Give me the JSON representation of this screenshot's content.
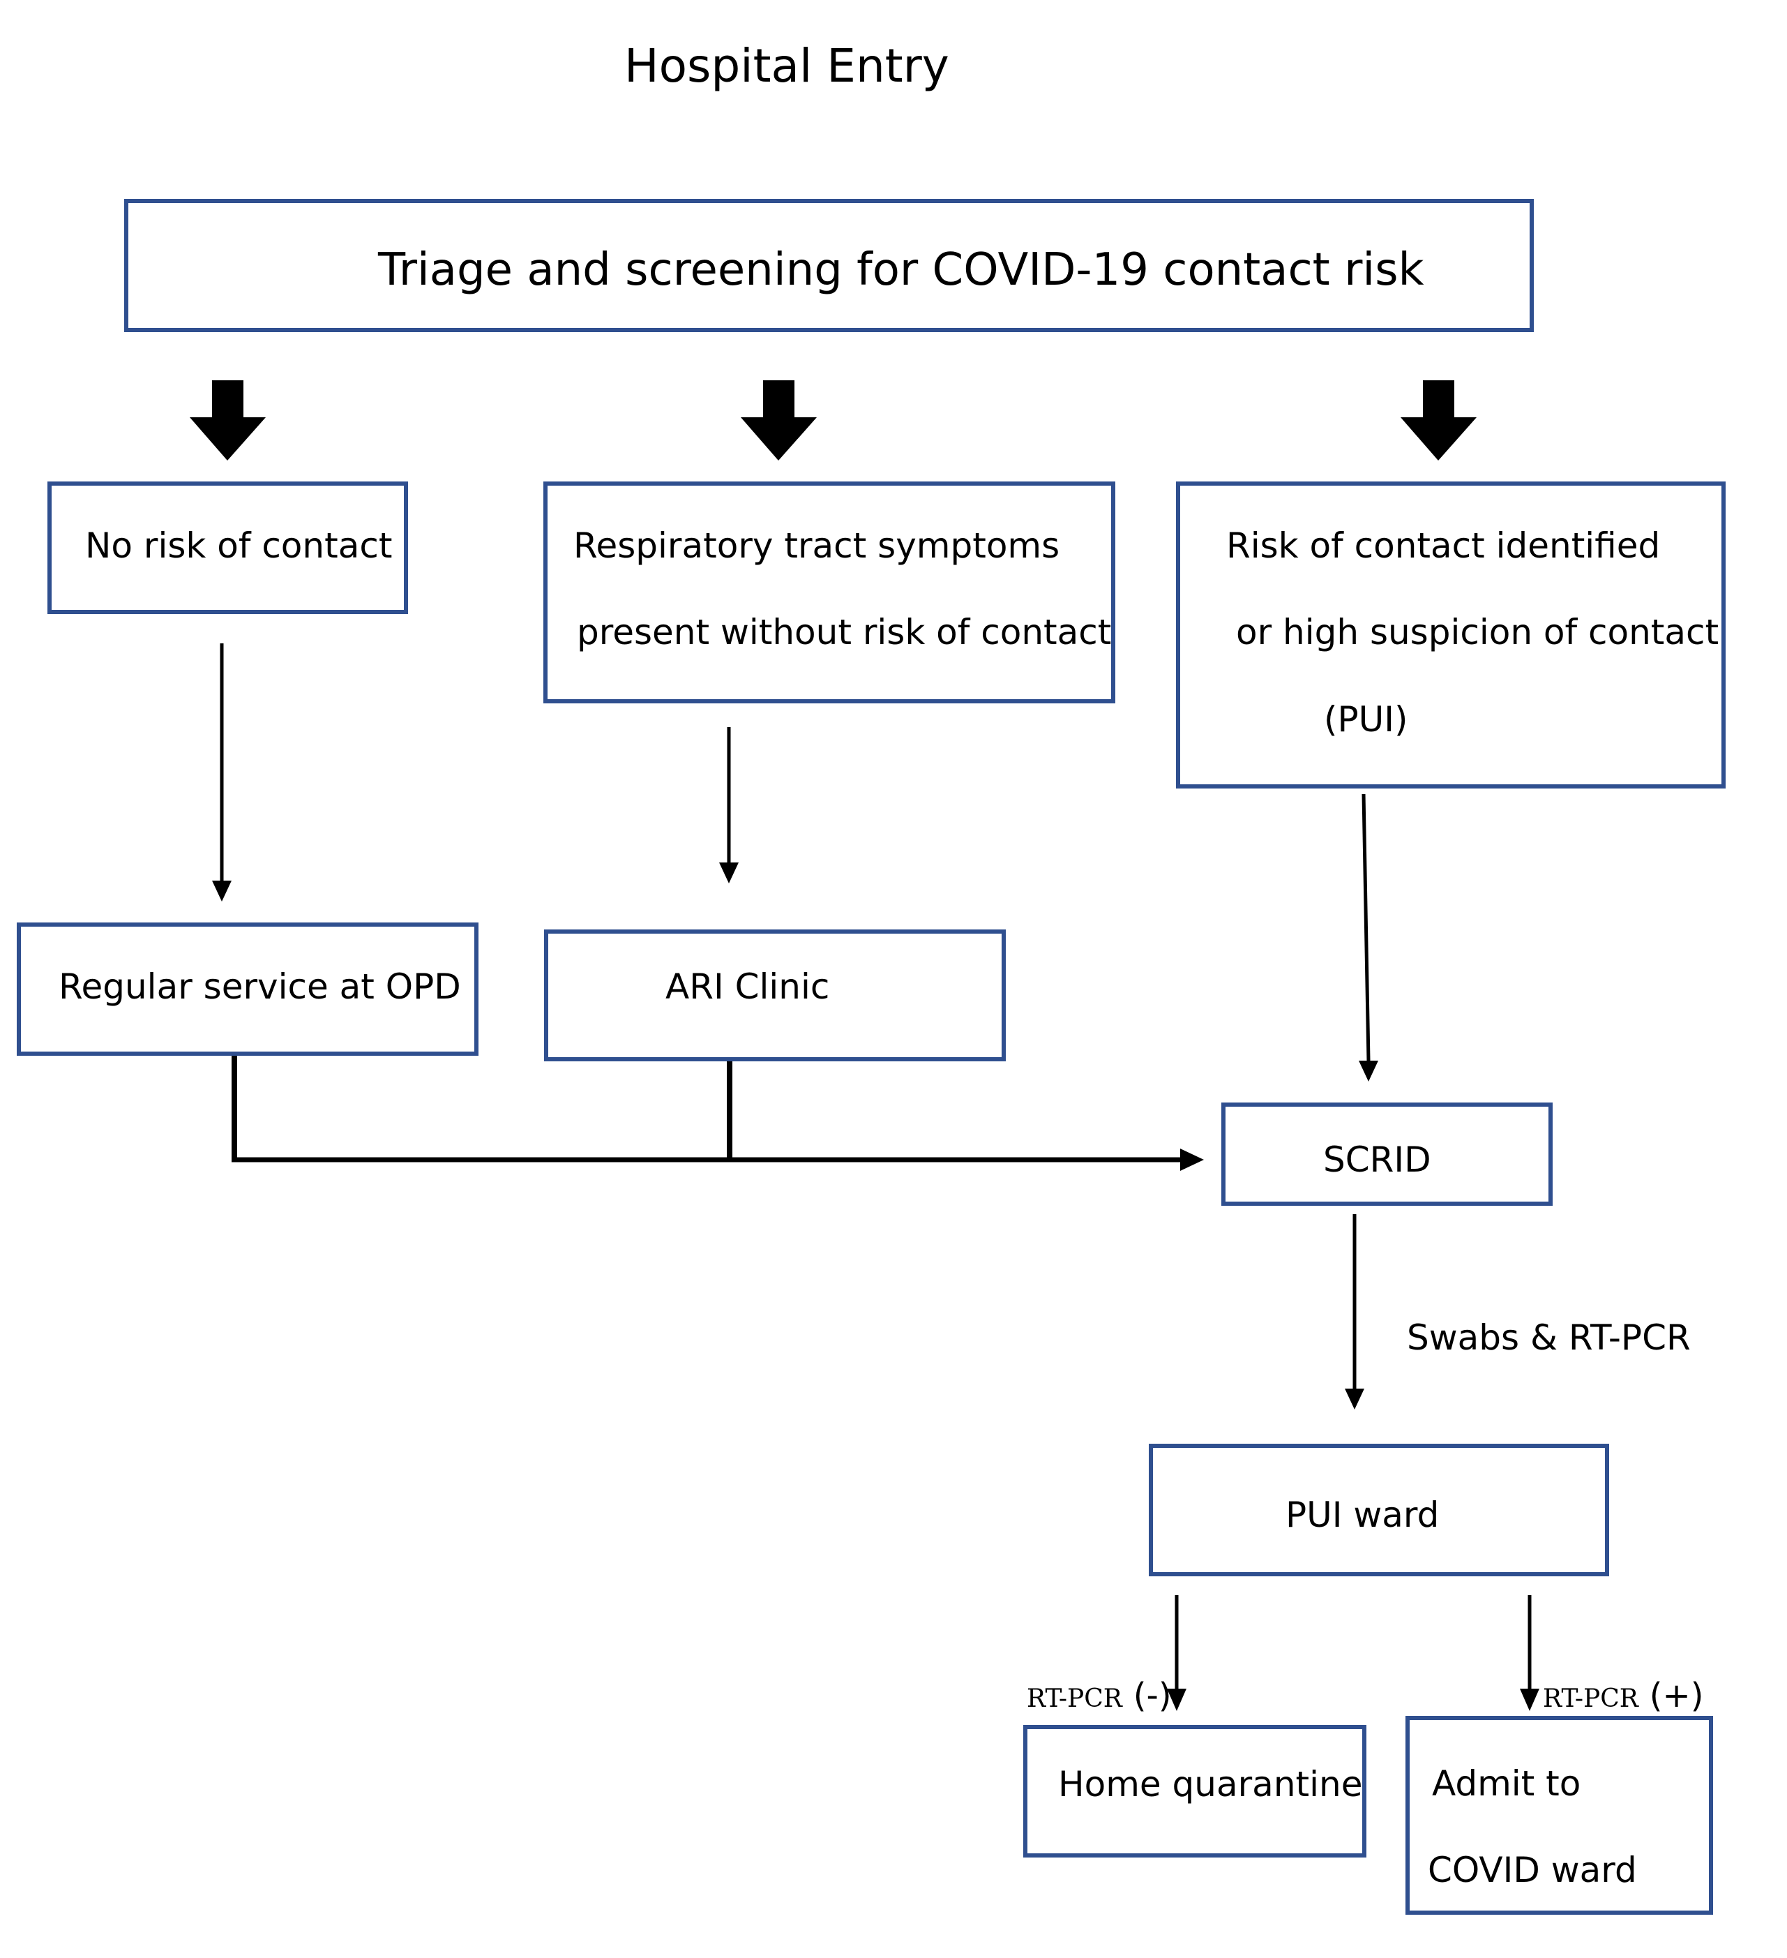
{
  "title": "Hospital Entry",
  "triage": "Triage and screening for COVID-19 contact risk",
  "branches": {
    "no_risk": "No risk of contact",
    "respiratory": [
      "Respiratory tract symptoms",
      "present without risk of contact"
    ],
    "risk": [
      "Risk of contact identified",
      "or high suspicion of contact",
      "(PUI)"
    ]
  },
  "services": {
    "opd": "Regular service at OPD",
    "ari": "ARI Clinic",
    "scrid": "SCRID"
  },
  "swabs_label": "Swabs & RT-PCR",
  "pui_ward": "PUI ward",
  "outcomes": {
    "negative_label": {
      "test": "RT-PCR",
      "sign": "(-)"
    },
    "positive_label": {
      "test": "RT-PCR",
      "sign": "(+)"
    },
    "home": "Home quarantine",
    "covid_ward": [
      "Admit to",
      "COVID ward"
    ]
  },
  "colors": {
    "box_border": "#2f4f8f",
    "arrow": "#000000"
  }
}
